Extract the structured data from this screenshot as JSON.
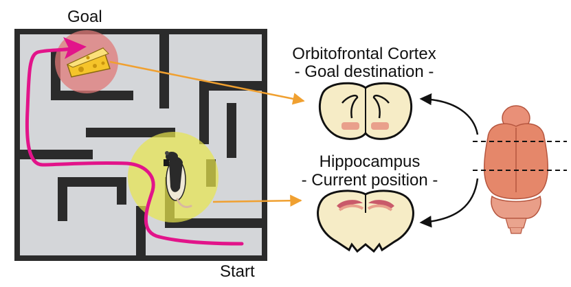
{
  "labels": {
    "goal": "Goal",
    "start": "Start",
    "ofc_title": "Orbitofrontal Cortex",
    "ofc_subtitle": "- Goal destination -",
    "hpc_title": "Hippocampus",
    "hpc_subtitle": "- Current position -"
  },
  "colors": {
    "maze_floor": "#d4d6d9",
    "maze_wall": "#2b2b2b",
    "path": "#e2148a",
    "goal_zone": "#e07a78",
    "current_zone": "#e8e64c",
    "connector_arrow": "#f0a030",
    "brain_slice": "#f6ecc6",
    "ofc_region": "#e9a08c",
    "hpc_region": "#c95a6a",
    "brain": "#e5876a"
  },
  "icons": {
    "goal_item": "cheese-icon",
    "animal": "rat-icon",
    "brain": "rat-brain-icon"
  }
}
